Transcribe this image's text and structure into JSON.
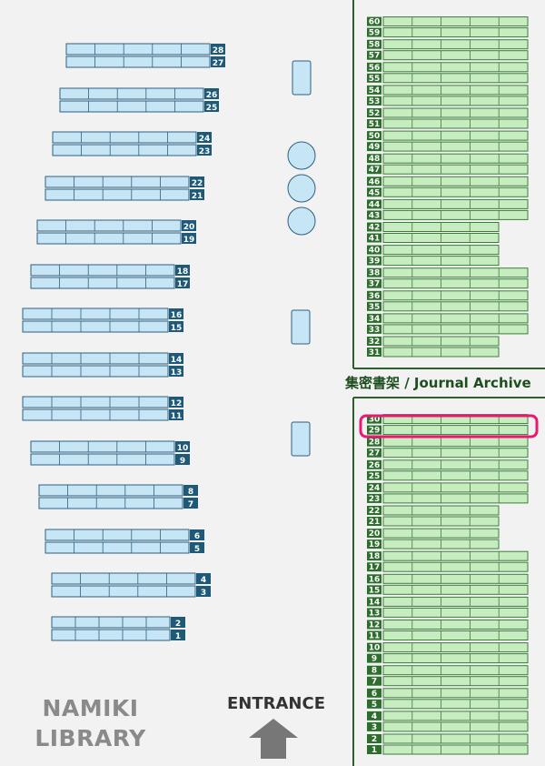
{
  "library_name": {
    "line1": "NAMIKI",
    "line2": "LIBRARY"
  },
  "entrance_label": "ENTRANCE",
  "archive_title": "集密書架 / Journal Archive",
  "highlighted_shelf": "29",
  "colors": {
    "background": "#f2f2f2",
    "main_shelf_fill": "#c6e6f6",
    "main_shelf_stroke": "#2f5f7f",
    "main_label_bg": "#1e5a78",
    "archive_shelf_fill": "#c6ecbf",
    "archive_shelf_stroke": "#3c7d3c",
    "archive_label_bg": "#2d6e2d",
    "archive_wall": "#2d5e2d",
    "highlight": "#e8196e",
    "furniture_fill": "#c6e6f6",
    "entrance_arrow": "#777777"
  },
  "main_shelves": [
    "1",
    "2",
    "3",
    "4",
    "5",
    "6",
    "7",
    "8",
    "9",
    "10",
    "11",
    "12",
    "13",
    "14",
    "15",
    "16",
    "17",
    "18",
    "19",
    "20",
    "21",
    "22",
    "23",
    "24",
    "25",
    "26",
    "27",
    "28"
  ],
  "archive_upper": [
    "31",
    "32",
    "33",
    "34",
    "35",
    "36",
    "37",
    "38",
    "39",
    "40",
    "41",
    "42",
    "43",
    "44",
    "45",
    "46",
    "47",
    "48",
    "49",
    "50",
    "51",
    "52",
    "53",
    "54",
    "55",
    "56",
    "57",
    "58",
    "59",
    "60"
  ],
  "archive_lower": [
    "1",
    "2",
    "3",
    "4",
    "5",
    "6",
    "7",
    "8",
    "9",
    "10",
    "11",
    "12",
    "13",
    "14",
    "15",
    "16",
    "17",
    "18",
    "19",
    "20",
    "21",
    "22",
    "23",
    "24",
    "25",
    "26",
    "27",
    "28",
    "29",
    "30"
  ],
  "furniture": [
    "table",
    "round-table",
    "round-table",
    "round-table",
    "table",
    "table"
  ]
}
